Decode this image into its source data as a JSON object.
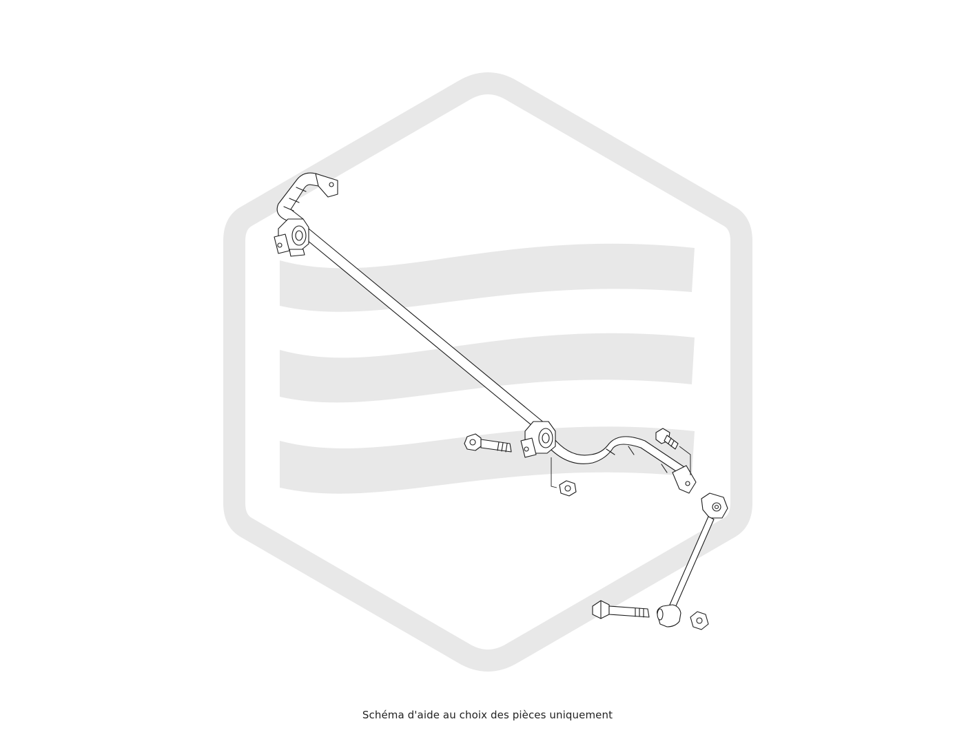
{
  "caption": "Schéma d'aide au choix des pièces uniquement",
  "watermark": {
    "color": "#e8e8e8"
  },
  "line_color": "#1a1a1a",
  "parts": [
    {
      "name": "stabilizer-bar"
    },
    {
      "name": "bar-bushing-left"
    },
    {
      "name": "bar-bushing-right"
    },
    {
      "name": "bushing-bolt"
    },
    {
      "name": "bushing-nut"
    },
    {
      "name": "end-stud"
    },
    {
      "name": "stabilizer-link"
    },
    {
      "name": "link-bolt"
    },
    {
      "name": "link-nut"
    }
  ]
}
